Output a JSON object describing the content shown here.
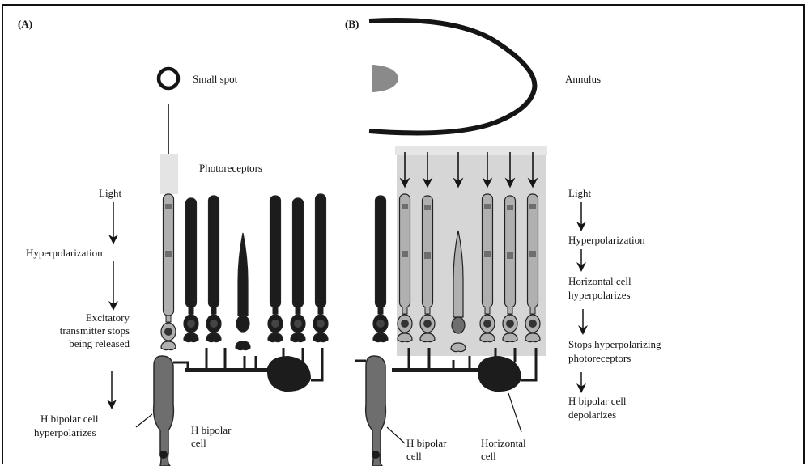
{
  "colors": {
    "ink": "#151515",
    "cell_dark": "#1c1c1c",
    "cell_light": "#b0b0b0",
    "cell_mid": "#6e6e6e",
    "light_shade": "#d6d6d6",
    "annulus_fill": "#8a8a8a"
  },
  "panel_a": {
    "letter": "(A)",
    "small_spot": "Small spot",
    "photoreceptors": "Photoreceptors",
    "flow": [
      "Light",
      "Hyperpolarization",
      "Excitatory",
      "transmitter stops",
      "being released",
      "H bipolar cell",
      "hyperpolarizes"
    ],
    "bipolar_label": [
      "H bipolar",
      "cell"
    ]
  },
  "panel_b": {
    "letter": "(B)",
    "annulus": "Annulus",
    "flow": [
      "Light",
      "Hyperpolarization",
      "Horizontal cell",
      "hyperpolarizes",
      "Stops hyperpolarizing",
      "photoreceptors",
      "H bipolar cell",
      "depolarizes"
    ],
    "bipolar_label": [
      "H bipolar",
      "cell"
    ],
    "horizontal_label": [
      "Horizontal",
      "cell"
    ]
  },
  "icons": [
    "spot-ring-icon",
    "arrow-down-icon",
    "photoreceptor-icon",
    "horizontal-cell-icon",
    "bipolar-cell-icon"
  ]
}
